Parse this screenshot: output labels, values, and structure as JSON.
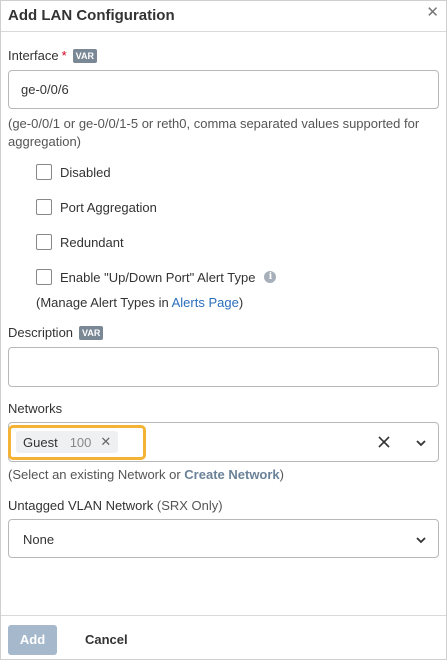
{
  "dialog": {
    "title": "Add LAN Configuration",
    "close_icon": "close-icon"
  },
  "interface": {
    "label": "Interface",
    "required_mark": "*",
    "badge": "VAR",
    "value": "ge-0/0/6",
    "hint": "(ge-0/0/1 or ge-0/0/1-5 or reth0, comma separated values supported for aggregation)"
  },
  "options": {
    "disabled": "Disabled",
    "port_aggregation": "Port Aggregation",
    "redundant": "Redundant",
    "alert": "Enable \"Up/Down Port\" Alert Type",
    "manage_prefix": "(Manage Alert Types in ",
    "manage_link": "Alerts Page",
    "manage_suffix": ")"
  },
  "description": {
    "label": "Description",
    "badge": "VAR",
    "value": ""
  },
  "networks": {
    "label": "Networks",
    "tags": [
      {
        "name": "Guest",
        "vlan": "100"
      }
    ],
    "hint_prefix": "(Select an existing Network or ",
    "hint_link": "Create Network",
    "hint_suffix": ")"
  },
  "untagged": {
    "label": "Untagged VLAN Network",
    "label_note": "(SRX Only)",
    "value": "None"
  },
  "footer": {
    "add_label": "Add",
    "cancel_label": "Cancel"
  },
  "colors": {
    "accent_link": "#2a6ebb",
    "highlight": "#f5b335",
    "add_button": "#a6b8cc",
    "required": "#d0021b"
  }
}
